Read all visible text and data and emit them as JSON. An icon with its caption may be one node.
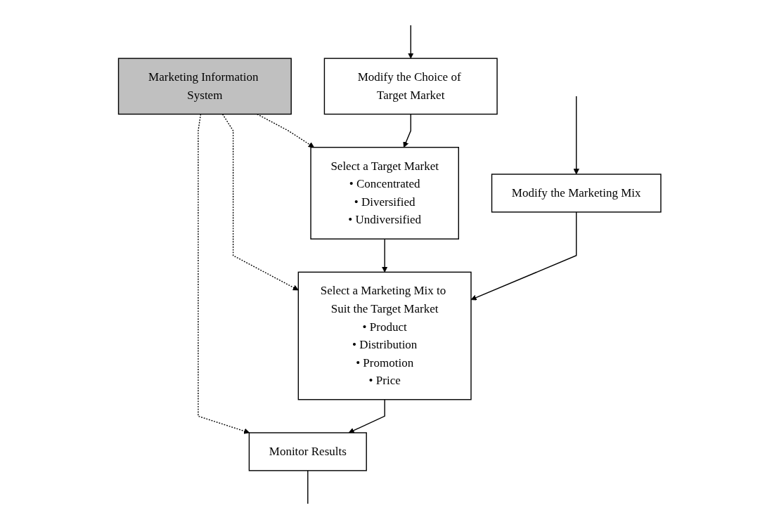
{
  "diagram": {
    "nodes": [
      {
        "text": [
          "Marketing Information System"
        ]
      },
      {
        "text": [
          "Select a Target Market",
          "• Concentrated",
          "• Diversified",
          "• Undiversified"
        ]
      },
      {
        "text": [
          "Select a Marketing Mix to Suit the Target Market",
          "• Product",
          "• Distribution",
          "• Promotion",
          "• Price"
        ]
      },
      {
        "text": [
          "Monitor Results"
        ]
      },
      {
        "text": [
          "Modify the Choice of Target Market"
        ]
      },
      {
        "text": [
          "Modify the Marketing Mix"
        ]
      }
    ],
    "edges": [
      {
        "from": 0,
        "to": 1,
        "arrow": "to",
        "style": "dashed"
      },
      {
        "from": 0,
        "to": 2,
        "arrow": "to",
        "style": "dashed"
      },
      {
        "from": 0,
        "to": 3,
        "arrow": "to",
        "style": "dashed"
      },
      {
        "from": 1,
        "to": 2,
        "arrow": "to"
      },
      {
        "from": 2,
        "to": 3,
        "arrow": "to"
      },
      {
        "from": 4,
        "to": 1,
        "arrow": "to"
      },
      {
        "from": 5,
        "to": 2,
        "arrow": "to"
      },
      {
        "from": 3,
        "to": null,
        "arrow": "none"
      },
      {
        "from": null,
        "to": 4,
        "arrow": "to"
      },
      {
        "from": null,
        "to": 5,
        "arrow": "to"
      }
    ]
  }
}
